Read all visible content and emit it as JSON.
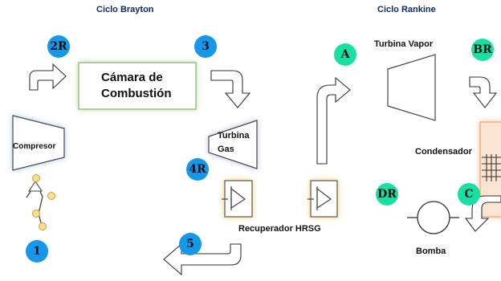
{
  "titles": {
    "brayton": "Ciclo Brayton",
    "rankine": "Ciclo Rankine"
  },
  "components": {
    "chamber_line1": "Cámara de",
    "chamber_line2": "Combustión",
    "compressor": "Compresor",
    "gas_turbine_line1": "Turbina",
    "gas_turbine_line2": "Gas",
    "steam_turbine": "Turbina Vapor",
    "condenser": "Condensador",
    "recuperator": "Recuperador HRSG",
    "pump": "Bomba"
  },
  "badges": {
    "b2r": "2R",
    "b3": "3",
    "b4r": "4R",
    "b5": "5",
    "b1": "1",
    "bA": "A",
    "bBR": "BR",
    "bC": "C",
    "bDR": "DR"
  },
  "colors": {
    "brayton_badge": "#1597ea",
    "rankine_badge": "#18e0a2",
    "chamber_glow": "#b9d9a0",
    "recuperator_glow": "#f7c85a",
    "condenser_glow": "#f6b98b"
  }
}
